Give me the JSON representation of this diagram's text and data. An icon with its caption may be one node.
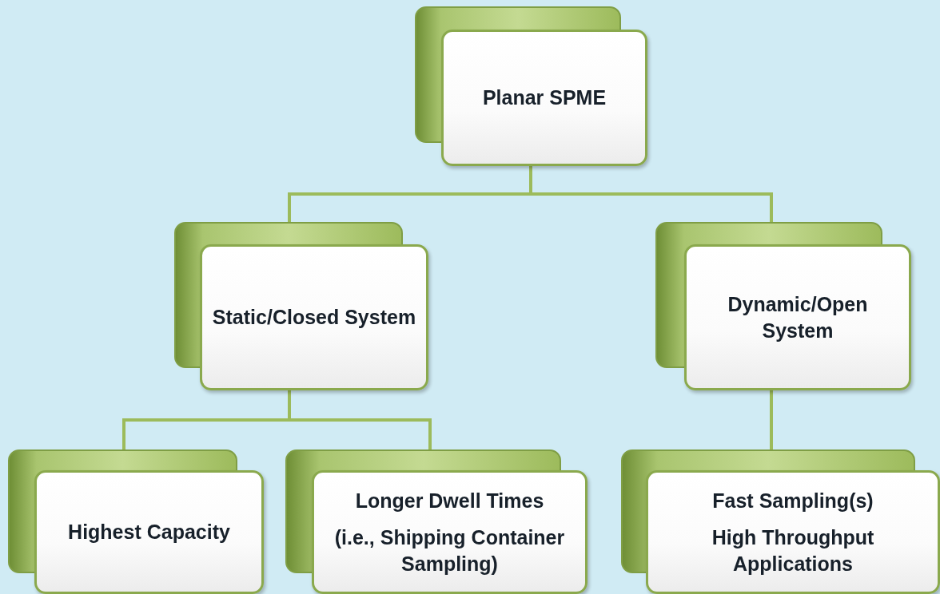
{
  "diagram": {
    "nodes": [
      {
        "text": [
          "Planar SPME"
        ]
      },
      {
        "text": [
          "Static/Closed System"
        ]
      },
      {
        "text": [
          "Dynamic/Open System"
        ]
      },
      {
        "text": [
          "Highest Capacity"
        ]
      },
      {
        "text": [
          "Longer Dwell Times",
          "(i.e., Shipping Container Sampling)"
        ]
      },
      {
        "text": [
          "Fast Sampling(s)",
          "High Throughput Applications"
        ]
      }
    ],
    "edges": [
      {
        "from": 0,
        "to": 1,
        "arrow": "none"
      },
      {
        "from": 0,
        "to": 2,
        "arrow": "none"
      },
      {
        "from": 1,
        "to": 3,
        "arrow": "none"
      },
      {
        "from": 1,
        "to": 4,
        "arrow": "none"
      },
      {
        "from": 2,
        "to": 5,
        "arrow": "none"
      }
    ]
  }
}
